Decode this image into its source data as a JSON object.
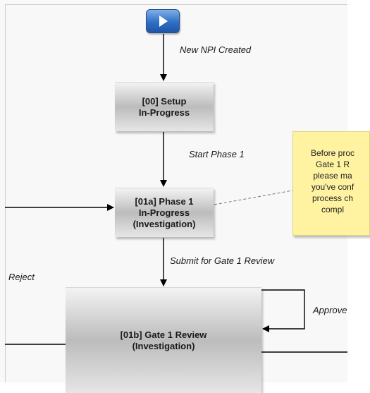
{
  "start": {
    "icon": "play-icon"
  },
  "nodes": {
    "setup": "[00] Setup\nIn-Progress",
    "phase1": "[01a] Phase 1\nIn-Progress\n(Investigation)",
    "gate1": "[01b] Gate 1 Review\n(Investigation)"
  },
  "edges": {
    "new_npi": "New NPI Created",
    "start_phase": "Start Phase 1",
    "submit": "Submit for Gate 1 Review",
    "reject": "Reject",
    "approve": "Approve"
  },
  "note": {
    "lines": [
      "Before proc",
      "Gate 1 R",
      "please ma",
      "you've conf",
      "process ch",
      "compl"
    ]
  },
  "colors": {
    "note": "#fff2a0",
    "start": "#2f6fc4",
    "node": "#bcbcbc"
  }
}
